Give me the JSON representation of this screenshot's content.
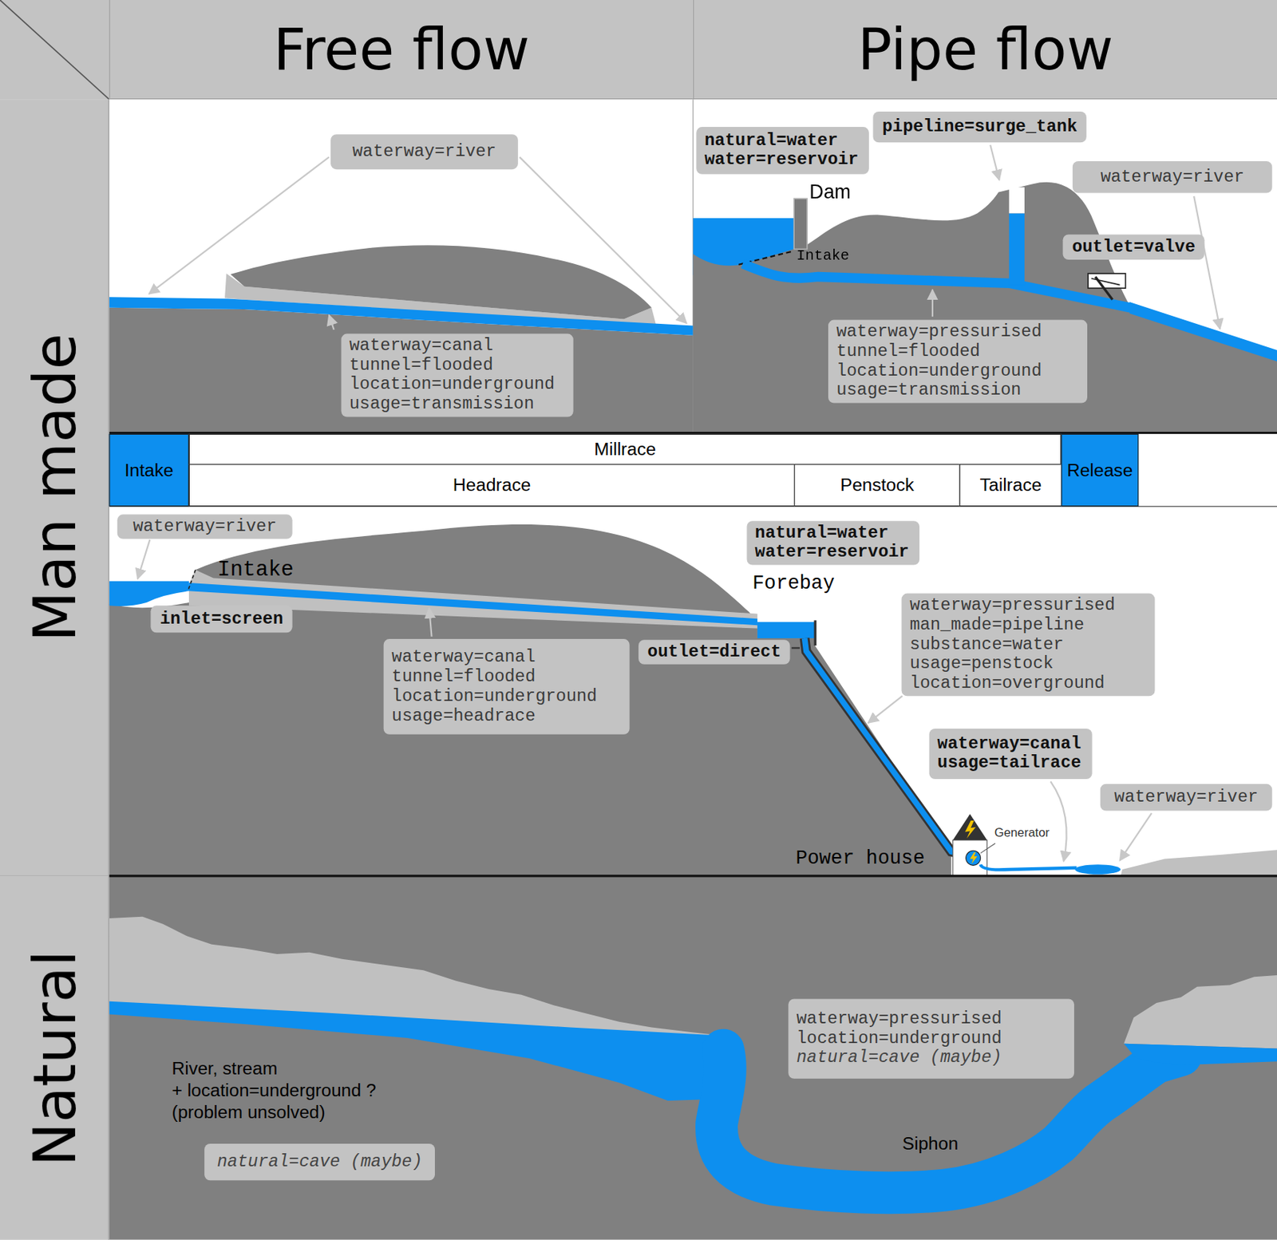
{
  "diagram": {
    "nodes": [
      {
        "text": [
          "Free flow"
        ]
      },
      {
        "text": [
          "Pipe flow"
        ]
      },
      {
        "text": [
          "Man made"
        ]
      },
      {
        "text": [
          "Natural"
        ]
      },
      {
        "text": [
          "waterway=river"
        ]
      },
      {
        "text": [
          "waterway=canal",
          "tunnel=flooded",
          "location=underground",
          "usage=transmission"
        ]
      },
      {
        "text": [
          "natural=water",
          "water=reservoir"
        ]
      },
      {
        "text": [
          "pipeline=surge_tank"
        ]
      },
      {
        "text": [
          "waterway=river"
        ]
      },
      {
        "text": [
          "outlet=valve"
        ]
      },
      {
        "text": [
          "waterway=pressurised",
          "tunnel=flooded",
          "location=underground",
          "usage=transmission"
        ]
      },
      {
        "text": [
          "Intake"
        ]
      },
      {
        "text": [
          "Millrace"
        ]
      },
      {
        "text": [
          "Headrace"
        ]
      },
      {
        "text": [
          "Penstock"
        ]
      },
      {
        "text": [
          "Tailrace"
        ]
      },
      {
        "text": [
          "Release"
        ]
      },
      {
        "text": [
          "waterway=river"
        ]
      },
      {
        "text": [
          "inlet=screen"
        ]
      },
      {
        "text": [
          "waterway=canal",
          "tunnel=flooded",
          "location=underground",
          "usage=headrace"
        ]
      },
      {
        "text": [
          "natural=water",
          "water=reservoir"
        ]
      },
      {
        "text": [
          "outlet=direct"
        ]
      },
      {
        "text": [
          "waterway=pressurised",
          "man_made=pipeline",
          "substance=water",
          "usage=penstock",
          "location=overground"
        ]
      },
      {
        "text": [
          "waterway=canal",
          "usage=tailrace"
        ]
      },
      {
        "text": [
          "waterway=river"
        ]
      },
      {
        "text": [
          "waterway=pressurised",
          "location=underground",
          "natural=cave (maybe)"
        ]
      },
      {
        "text": [
          "natural=cave (maybe)"
        ]
      }
    ],
    "labels": [
      "Dam",
      "Intake",
      "Intake",
      "Forebay",
      "Power house",
      "Generator",
      "River, stream",
      "+ location=underground ?",
      "(problem unsolved)",
      "Siphon"
    ]
  }
}
